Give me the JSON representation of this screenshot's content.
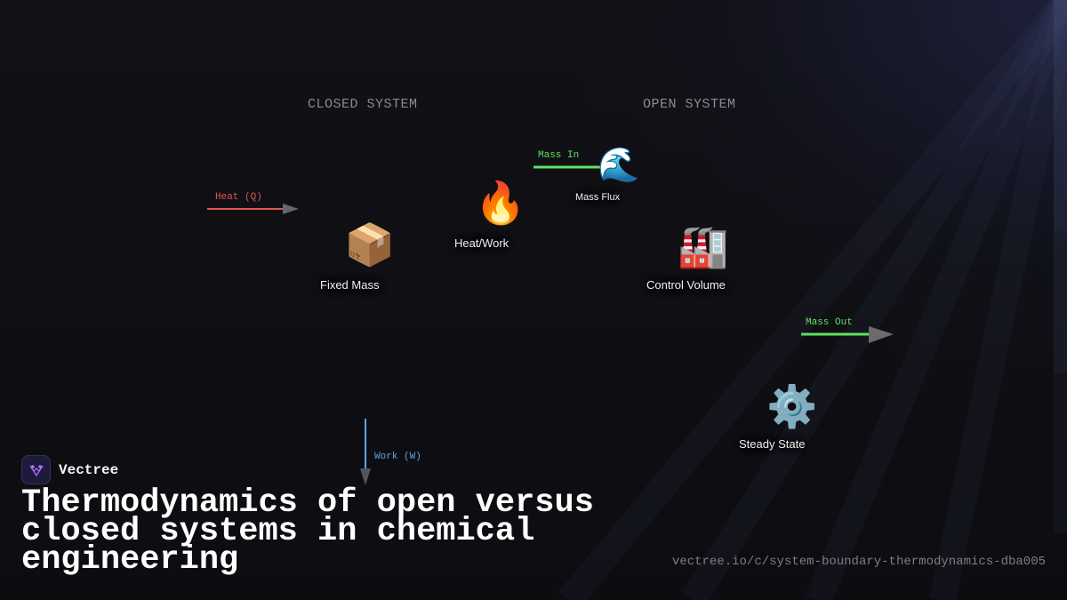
{
  "sections": {
    "closed": "CLOSED SYSTEM",
    "open": "OPEN SYSTEM"
  },
  "nodes": {
    "fixed_mass": {
      "label": "Fixed Mass",
      "icon": "package-icon",
      "glyph": "📦"
    },
    "heat_work": {
      "label": "Heat/Work",
      "icon": "fire-icon",
      "glyph": "🔥"
    },
    "mass_flux": {
      "label": "Mass Flux",
      "icon": "wave-icon",
      "glyph": "🌊"
    },
    "control_volume": {
      "label": "Control Volume",
      "icon": "factory-icon",
      "glyph": "🏭"
    },
    "steady_state": {
      "label": "Steady State",
      "icon": "gear-icon",
      "glyph": "⚙️"
    }
  },
  "arrows": {
    "heat": {
      "label": "Heat (Q)",
      "color": "#e0574f"
    },
    "work": {
      "label": "Work (W)",
      "color": "#5aa9e6"
    },
    "mass_in": {
      "label": "Mass In",
      "color": "#5fe25f"
    },
    "mass_out": {
      "label": "Mass Out",
      "color": "#5fe25f"
    }
  },
  "brand": {
    "name": "Vectree",
    "logo_icon": "vectree-logo-icon",
    "accent": "#a05cf0"
  },
  "headline": "Thermodynamics of open versus closed systems in chemical engineering",
  "url": "vectree.io/c/system-boundary-thermodynamics-dba005"
}
